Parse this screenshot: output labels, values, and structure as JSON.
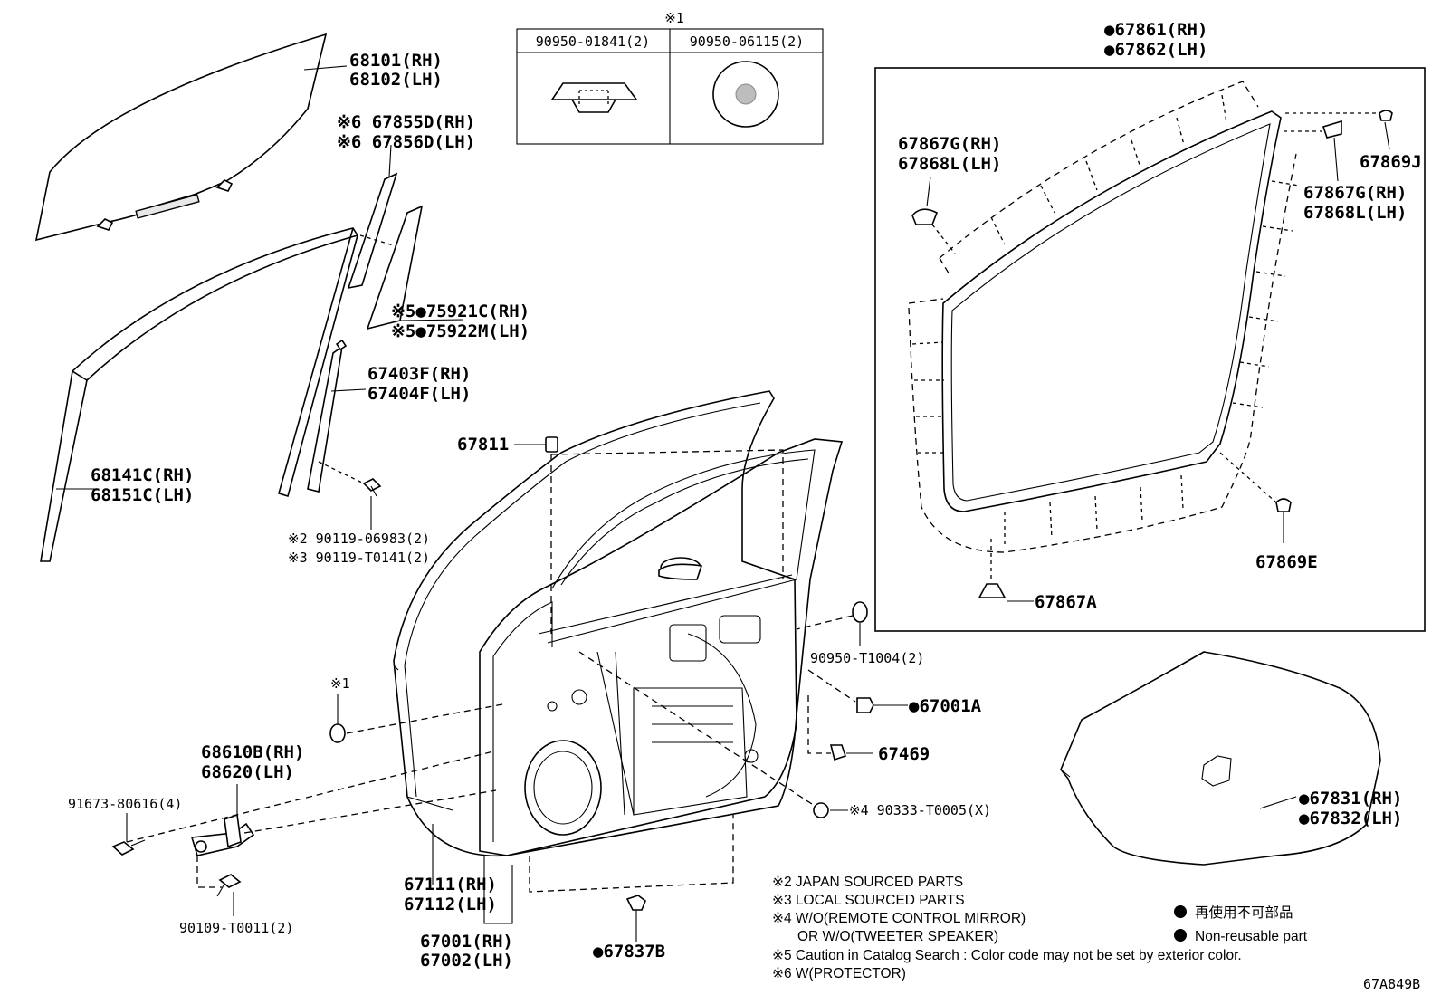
{
  "diagram": {
    "callouts": {
      "glass_rh": "68101(RH)",
      "glass_lh": "68102(LH)",
      "prot_rh": "※6 67855D(RH)",
      "prot_lh": "※6 67856D(LH)",
      "garnish_rh": "※5●75921C(RH)",
      "garnish_lh": "※5●75922M(LH)",
      "run_rh": "67403F(RH)",
      "run_lh": "67404F(LH)",
      "frame_rh": "68141C(RH)",
      "frame_lh": "68151C(LH)",
      "bolt_a": "※2 90119-06983(2)",
      "bolt_b": "※3 90119-T0141(2)",
      "cushion": "67811",
      "hinge_rh": "68610B(RH)",
      "hinge_lh": "68620(LH)",
      "bolt_c": "91673-80616(4)",
      "bolt_d": "90109-T0011(2)",
      "panel_rh": "67111(RH)",
      "panel_lh": "67112(LH)",
      "door_rh": "67001(RH)",
      "door_lh": "67002(LH)",
      "clip_b": "●67837B",
      "plug_x1": "※1",
      "cap": "90950-T1004(2)",
      "clip_a": "●67001A",
      "clip_469": "67469",
      "hole_plug": "※4 90333-T0005(X)",
      "ws_rh": "●67861(RH)",
      "ws_lh": "●67862(LH)",
      "clip_g_rh": "67867G(RH)",
      "clip_l_lh": "67868L(LH)",
      "clip_g2_rh": "67867G(RH)",
      "clip_l2_lh": "67868L(LH)",
      "clip_j": "67869J",
      "clip_e": "67869E",
      "clip_67a": "67867A",
      "film_rh": "●67831(RH)",
      "film_lh": "●67832(LH)"
    },
    "inset": {
      "marker": "※1",
      "col1": "90950-01841(2)",
      "col2": "90950-06115(2)"
    },
    "notes": [
      "※2 JAPAN SOURCED PARTS",
      "※3 LOCAL SOURCED PARTS",
      "※4 W/O(REMOTE CONTROL MIRROR)",
      "OR W/O(TWEETER SPEAKER)",
      "※5 Caution in Catalog Search : Color code may not be set by exterior color.",
      "※6 W(PROTECTOR)"
    ],
    "legend": {
      "jp": "再使用不可部品",
      "en": "Non-reusable part"
    },
    "diagram_code": "67A849B"
  }
}
